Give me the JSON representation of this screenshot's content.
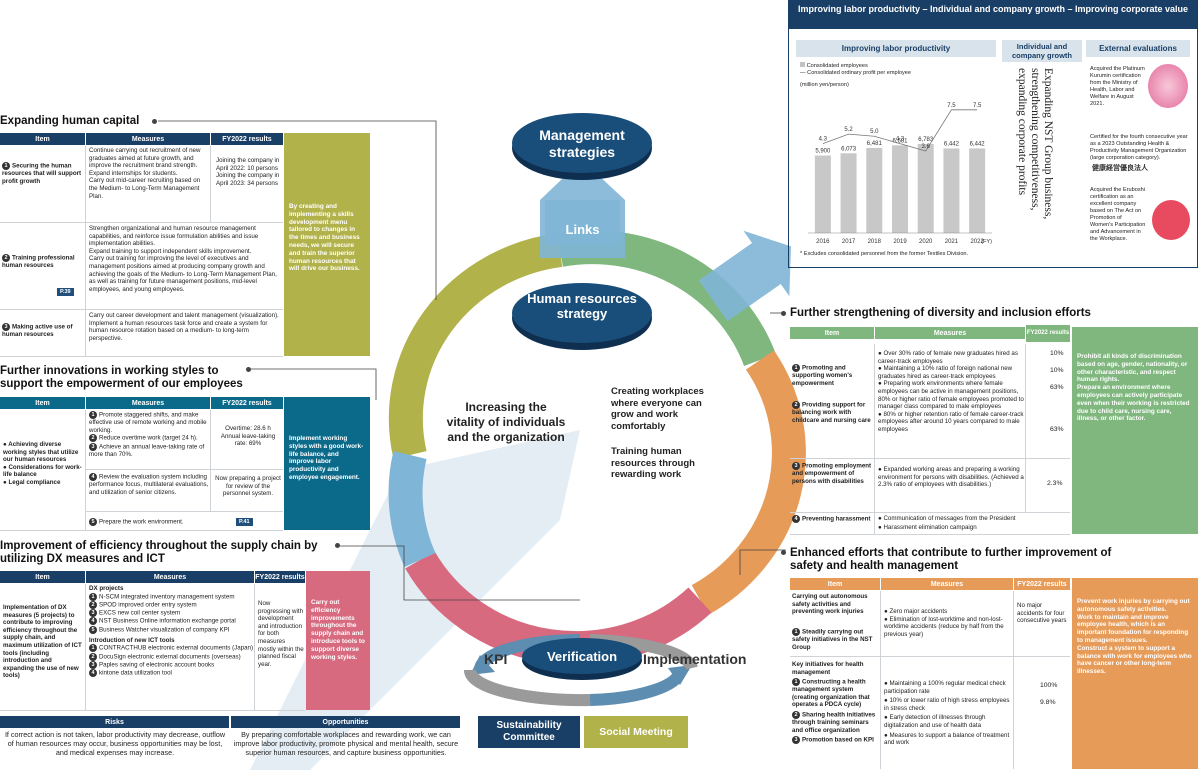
{
  "colors": {
    "navy": "#1a3f66",
    "teal": "#0b6a8a",
    "olive": "#b2b24a",
    "green": "#7fb77e",
    "orange": "#e79b58",
    "pink": "#d76a7f",
    "lightblue": "#7fb5d6",
    "gray": "#b3b3b3"
  },
  "center": {
    "management": "Management strategies",
    "links": "Links",
    "hr_strategy": "Human resources strategy",
    "vitality": "Increasing the vitality of individuals and the organization",
    "creating": "Creating workplaces where everyone can grow and work comfortably",
    "training": "Training human resources through rewarding work",
    "kpi": "KPI",
    "verification": "Verification",
    "implementation": "Implementation",
    "sustainability": "Sustainability Committee",
    "social": "Social Meeting"
  },
  "capital": {
    "title": "Expanding human capital",
    "h_item": "Item",
    "h_measures": "Measures",
    "h_results": "FY2022 results",
    "rows": [
      {
        "no": "1",
        "item": "Securing the human resources that will support profit growth",
        "measures": "Continue carrying out recruitment of new graduates aimed at future growth, and improve the recruitment brand strength.\nExpand internships for students.\nCarry out mid-career recruiting based on the Medium- to Long-Term Management Plan.",
        "result": "Joining the company in April 2022: 10 persons\nJoining the company in April 2023: 34 persons"
      },
      {
        "no": "2",
        "item": "Training professional human resources",
        "ref": "P.39",
        "measures": "Strengthen organizational and human resource management capabilities, and reinforce issue formulation abilities and issue implementation abilities.\nExpand training to support independent skills improvement.\nCarry out training for improving the level of executives and management positions aimed at producing company growth and achieving the goals of the Medium- to Long-Term Management Plan, as well as training for future management positions, mid-level employees, and young employees."
      },
      {
        "no": "3",
        "item": "Making active use of human resources",
        "measures": "Carry out career development and talent management (visualization).\nImplement a human resources task force and create a system for human resource rotation based on a medium- to long-term perspective."
      }
    ],
    "side": "By creating and implementing a skills development menu tailored to changes in the times and business needs, we will secure and train the superior human resources that will drive our business."
  },
  "work": {
    "title": "Further innovations in working styles to support the empowerment of our employees",
    "h_item": "Item",
    "h_measures": "Measures",
    "h_results": "FY2022 results",
    "items": [
      "Achieving diverse working styles that utilize our human resources",
      "Considerations for work-life balance",
      "Legal compliance"
    ],
    "measures": [
      {
        "no": "1",
        "text": "Promote staggered shifts, and make effective use of remote working and mobile working."
      },
      {
        "no": "2",
        "text": "Reduce overtime work (target 24 h)."
      },
      {
        "no": "3",
        "text": "Achieve an annual leave-taking rate of more than 70%."
      },
      {
        "no": "4",
        "text": "Review the evaluation system including performance focus, multilateral evaluations, and utilization of senior citizens."
      },
      {
        "no": "5",
        "text": "Prepare the work environment.",
        "ref": "P.41"
      }
    ],
    "result1": "Overtime: 28.6 h\nAnnual leave-taking rate: 69%",
    "result2": "Now preparing a project for review of the personnel system.",
    "side": "Implement working styles with a good work-life balance, and improve labor productivity and employee engagement."
  },
  "dx": {
    "title": "Improvement of efficiency throughout the supply chain by utilizing DX measures and ICT",
    "h_item": "Item",
    "h_measures": "Measures",
    "h_results": "FY2022 results",
    "item": "Implementation of DX measures (5 projects) to contribute to improving efficiency throughout the supply chain, and maximum utilization of ICT tools (including introduction and expanding the use of new tools)",
    "dx_head": "DX projects",
    "dx_list": [
      "N-SCM integrated inventory management system",
      "SPOD improved order entry system",
      "EXCS new coil center system",
      "NST Business Online information exchange portal",
      "Business Watcher visualization of company KPI"
    ],
    "ict_head": "Introduction of new ICT tools",
    "ict_list": [
      "CONTRACTHUB electronic external documents (Japan)",
      "DocuSign electronic external documents (overseas)",
      "Paples saving of electronic account books",
      "kintone data utilization tool"
    ],
    "result": "Now progressing with development and introduction for both measures mostly within the planned fiscal year.",
    "side": "Carry out efficiency improvements throughout the supply chain and introduce tools to support diverse working styles."
  },
  "risks": {
    "title": "Risks",
    "text": "If correct action is not taken, labor productivity may decrease, outflow of human resources may occur, business opportunities may be lost, and medical expenses may increase."
  },
  "opps": {
    "title": "Opportunities",
    "text": "By preparing comfortable workplaces and rewarding work, we can improve labor productivity, promote physical and mental health, secure superior human resources, and capture business opportunities."
  },
  "labor": {
    "title": "Improving labor productivity – Individual and company growth – Improving corporate value",
    "chart_title": "Improving labor productivity",
    "col2": "Individual and company growth",
    "col3": "External evaluations",
    "vertical": "Expanding NST Group business, strengthening competitiveness, expanding corporate profits",
    "note": "* Excludes consolidated personnel from the former Textiles Division.",
    "evals": [
      "Acquired the Platinum Kurumin certification from the Ministry of Health, Labor and Welfare in August 2021.",
      "Certified for the fourth consecutive year as a 2023 Outstanding Health & Productivity Management Organization (large corporation category).",
      "Acquired the Eruboshi certification as an excellent company based on The Act on Promotion of Women's Participation and Advancement in the Workplace."
    ]
  },
  "chart_data": {
    "type": "bar",
    "categories": [
      "2016",
      "2017",
      "2018",
      "2019",
      "2020",
      "2021",
      "2022"
    ],
    "x_unit": "(FY)",
    "series": [
      {
        "name": "Consolidated employees",
        "type": "bar",
        "values": [
          5900,
          6073,
          6481,
          6681,
          6783,
          6442,
          6442
        ]
      },
      {
        "name": "Consolidated ordinary profit per employee",
        "type": "line",
        "values": [
          4.3,
          5.2,
          5.0,
          4.3,
          3.6,
          7.5,
          7.5
        ]
      }
    ],
    "line_unit": "(million yen/person)",
    "labels_bar": [
      "5,900",
      "6,073",
      "6,481",
      "6,681",
      "6,783",
      "6,442",
      "6,442"
    ],
    "labels_line": [
      "4.3",
      "5.2",
      "5.0",
      "4.3",
      "3.6",
      "7.5",
      "7.5"
    ]
  },
  "diversity": {
    "title": "Further strengthening of diversity and inclusion efforts",
    "h_item": "Item",
    "h_measures": "Measures",
    "h_results": "FY2022 results",
    "rows": [
      {
        "no": "1",
        "item": "Promoting and supporting women's empowerment"
      },
      {
        "no": "2",
        "item": "Providing support for balancing work with childcare and nursing care"
      },
      {
        "no": "3",
        "item": "Promoting employment and empowerment of persons with disabilities"
      },
      {
        "no": "4",
        "item": "Preventing harassment"
      }
    ],
    "measures": [
      {
        "text": "Over 30% ratio of female new graduates hired as career-track employees",
        "val": "10%"
      },
      {
        "text": "Maintaining a 10% ratio of foreign national new graduates hired as career-track employees",
        "val": "10%"
      },
      {
        "text": "Preparing work environments where female employees can be active in management positions, 80% or higher ratio of female employees promoted to manager class compared to male employees",
        "val": "63%"
      },
      {
        "text": "80% or higher retention ratio of female career-track employees after around 10 years compared to male employees",
        "val": "63%"
      },
      {
        "text": "Expanded working areas and preparing a working environment for persons with disabilities. (Achieved a 2.3% ratio of employees with disabilities.)",
        "val": "2.3%"
      },
      {
        "text": "Communication of messages from the President"
      },
      {
        "text": "Harassment elimination campaign"
      }
    ],
    "side": "Prohibit all kinds of discrimination based on age, gender, nationality, or other characteristic, and respect human rights.\nPrepare an environment where employees can actively participate even when their working is restricted due to child care, nursing care, illness, or other factor."
  },
  "safety": {
    "title": "Enhanced efforts that contribute to further improvement of safety and health management",
    "h_item": "Item",
    "h_measures": "Measures",
    "h_results": "FY2022 results",
    "a_head": "Carrying out autonomous safety activities and preventing work injuries",
    "a_items": [
      {
        "no": "1",
        "text": "Steadily carrying out safety initiatives in the NST Group"
      }
    ],
    "a_measures": [
      "Zero major accidents",
      "Elimination of lost-worktime and non-lost-worktime accidents (reduce by half from the previous year)"
    ],
    "a_result": "No major accidents for four consecutive years",
    "b_head": "Key initiatives for health management",
    "b_items": [
      {
        "no": "1",
        "text": "Constructing a health management system (creating organization that operates a PDCA cycle)"
      },
      {
        "no": "2",
        "text": "Sharing health initiatives through training seminars and office organization"
      },
      {
        "no": "3",
        "text": "Promotion based on KPI"
      }
    ],
    "b_measures": [
      {
        "text": "Maintaining a 100% regular medical check participation rate",
        "val": "100%"
      },
      {
        "text": "10% or lower ratio of high stress employees in stress check",
        "val": "9.8%"
      },
      {
        "text": "Early detection of illnesses through digitalization and use of health data"
      },
      {
        "text": "Measures to support a balance of treatment and work"
      }
    ],
    "side": "Prevent work injuries by carrying out autonomous safety activities.\nWork to maintain and improve employee health, which is an important foundation for responding to management issues.\nConstruct a system to support a balance with work for employees who have cancer or other long-term illnesses."
  }
}
